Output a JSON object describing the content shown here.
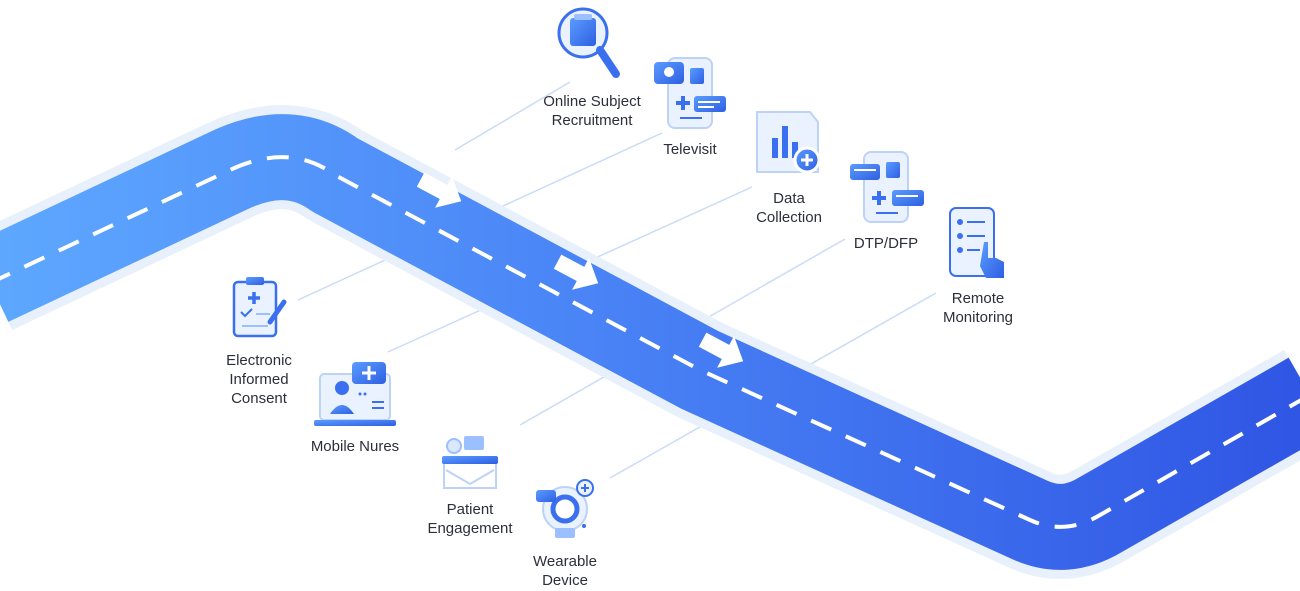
{
  "steps": {
    "online_subject_recruitment": "Online Subject\nRecruitment",
    "televisit": "Televisit",
    "data_collection": "Data\nCollection",
    "dtp_dfp": "DTP/DFP",
    "remote_monitoring": "Remote\nMonitoring",
    "electronic_informed_consent": "Electronic\nInformed\nConsent",
    "mobile_nures": "Mobile Nures",
    "patient_engagement": "Patient\nEngagement",
    "wearable_device": "Wearable\nDevice"
  },
  "colors": {
    "road_light": "#5ea8ff",
    "road_dark": "#2f55e4",
    "road_edge": "#e8f0fc",
    "icon_blue": "#3a6ff0",
    "icon_light": "#dbe7fb",
    "connector": "#c9dcf5"
  }
}
